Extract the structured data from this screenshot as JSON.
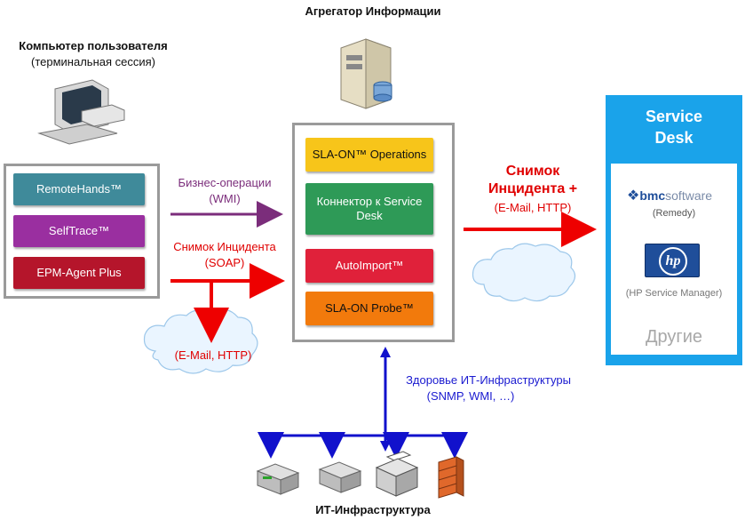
{
  "aggregator": {
    "title": "Агрегатор Информации"
  },
  "user_pc": {
    "title": "Компьютер пользователя",
    "subtitle": "(терминальная сессия)"
  },
  "client_modules": [
    {
      "label": "RemoteHands™",
      "color": "#3f8a9a"
    },
    {
      "label": "SelfTrace™",
      "color": "#9a2fa0"
    },
    {
      "label": "EPM-Agent Plus",
      "color": "#b5152b"
    }
  ],
  "aggregator_modules": [
    {
      "label": "SLA-ON™ Operations",
      "color": "#f7c51a",
      "text_color": "#111111"
    },
    {
      "label": "Коннектор к Service Desk",
      "color": "#2e9a57",
      "text_color": "#ffffff"
    },
    {
      "label": "AutoImport™",
      "color": "#e0213a",
      "text_color": "#ffffff"
    },
    {
      "label": "SLA-ON Probe™",
      "color": "#f27a0c",
      "text_color": "#111111"
    }
  ],
  "flows": {
    "business_ops": {
      "line1": "Бизнес-операции",
      "line2": "(WMI)"
    },
    "incident_snapshot": {
      "line1": "Снимок Инцидента",
      "line2": "(SOAP)"
    },
    "email_cloud": {
      "label": "(E-Mail, HTTP)"
    },
    "incident_to_sd": {
      "line1": "Снимок",
      "line2": "Инцидента +",
      "line3": "(E-Mail, HTTP)"
    },
    "infra_health": {
      "line1": "Здоровье ИТ-Инфраструктуры",
      "line2": "(SNMP, WMI, …)"
    }
  },
  "service_desk": {
    "title_line1": "Service",
    "title_line2": "Desk",
    "bmc_logo_text_1": "bmc",
    "bmc_logo_text_2": "software",
    "bmc_caption": "(Remedy)",
    "hp_caption": "(HP Service Manager)",
    "others": "Другие"
  },
  "infrastructure": {
    "title": "ИТ-Инфраструктура"
  },
  "colors": {
    "service_desk_bg": "#1aa3ea",
    "red_arrow": "#ee0000",
    "purple_arrow": "#7b2d7b",
    "blue_arrow": "#1111cc",
    "box_border": "#9a9a9a"
  },
  "icons": [
    "pc-icon",
    "server-icon",
    "cloud-icon",
    "router-icon",
    "switch-icon",
    "printer-icon",
    "firewall-icon",
    "hp-logo-icon",
    "bmc-logo-icon"
  ]
}
